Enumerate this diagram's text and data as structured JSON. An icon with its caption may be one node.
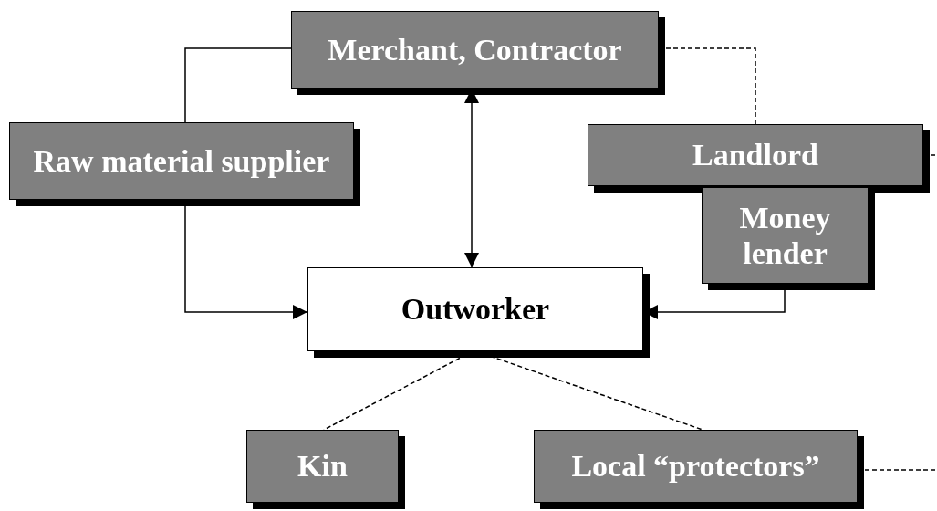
{
  "diagram": {
    "nodes": [
      {
        "text": [
          "Merchant, Contractor"
        ]
      },
      {
        "text": [
          "Raw material supplier"
        ]
      },
      {
        "text": [
          "Landlord"
        ]
      },
      {
        "text": [
          "Money lender"
        ]
      },
      {
        "text": [
          "Outworker"
        ]
      },
      {
        "text": [
          "Kin"
        ]
      },
      {
        "text": [
          "Local “protectors”"
        ]
      }
    ],
    "edges": [
      {
        "from": 0,
        "to": 1,
        "arrow": "none"
      },
      {
        "from": 1,
        "to": 4,
        "arrow": "to"
      },
      {
        "from": 0,
        "to": 4,
        "arrow": "both"
      },
      {
        "from": 0,
        "to": 2,
        "arrow": "none",
        "style": "dashed"
      },
      {
        "from": 2,
        "to": null,
        "arrow": "none",
        "style": "dashed"
      },
      {
        "from": 3,
        "to": 4,
        "arrow": "to"
      },
      {
        "from": 4,
        "to": 5,
        "arrow": "none",
        "style": "dashed"
      },
      {
        "from": 4,
        "to": 6,
        "arrow": "none",
        "style": "dashed"
      },
      {
        "from": 6,
        "to": null,
        "arrow": "none",
        "style": "dashed"
      }
    ]
  }
}
